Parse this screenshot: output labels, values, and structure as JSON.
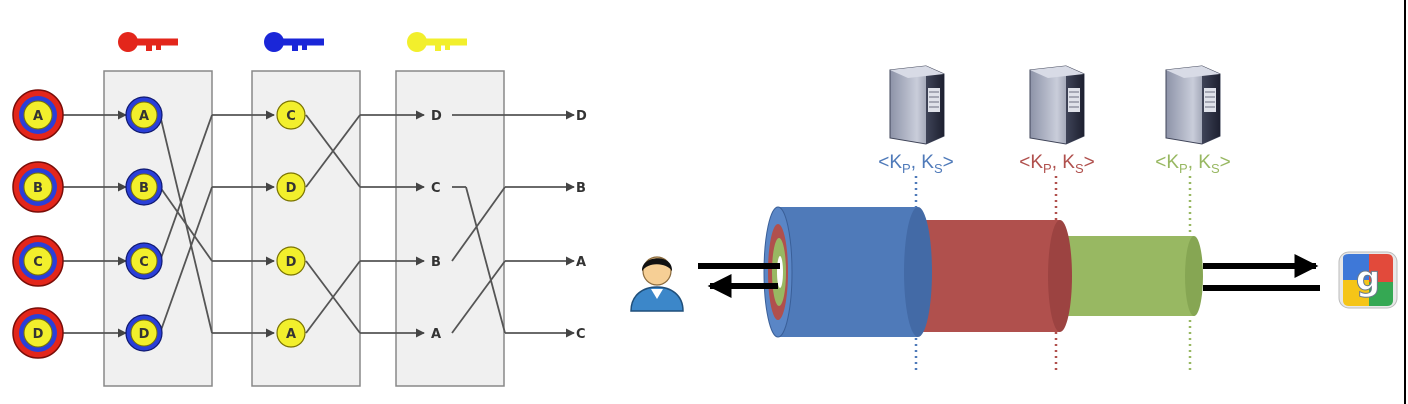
{
  "mixnet": {
    "key_colors": [
      "#e3261b",
      "#1a26d8",
      "#f2ef2c"
    ],
    "input_labels": [
      "A",
      "B",
      "C",
      "D"
    ],
    "stage1_labels": [
      "A",
      "B",
      "C",
      "D"
    ],
    "stage2_labels": [
      "C",
      "D",
      "D",
      "A"
    ],
    "stage3_labels": [
      "D",
      "C",
      "B",
      "A"
    ],
    "output_labels": [
      "D",
      "B",
      "A",
      "C"
    ]
  },
  "onion": {
    "key_text": {
      "open": "<K",
      "p_sub": "P",
      "sep": ", K",
      "s_sub": "S",
      "close": ">"
    },
    "layer_colors": [
      "#4f7ab9",
      "#b0504d",
      "#98b862"
    ],
    "text_colors": [
      "#4f7ab9",
      "#b0504d",
      "#98b862"
    ]
  }
}
